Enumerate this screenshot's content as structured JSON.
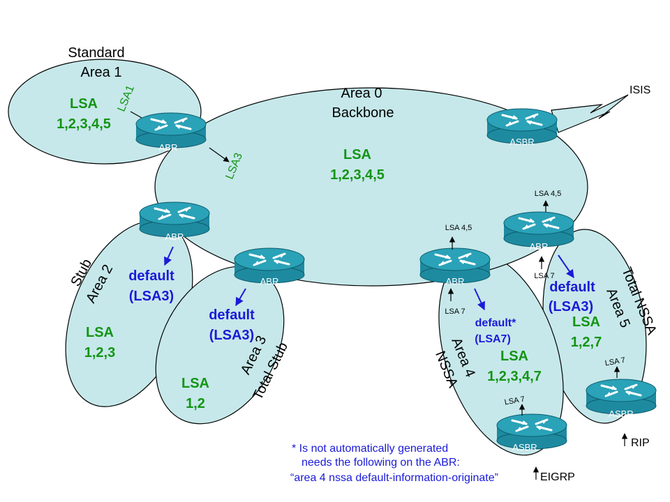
{
  "areas": {
    "area1": {
      "type": "Standard",
      "name": "Area 1",
      "lsa": [
        "LSA",
        "1,2,3,4,5"
      ]
    },
    "area0": {
      "name": "Area 0",
      "desc": "Backbone",
      "lsa": [
        "LSA",
        "1,2,3,4,5"
      ]
    },
    "area2": {
      "type": "Stub",
      "name": "Area 2",
      "default": [
        "default",
        "(LSA3)"
      ],
      "lsa": [
        "LSA",
        "1,2,3"
      ]
    },
    "area3": {
      "type": "Total Stub",
      "name": "Area 3",
      "default": [
        "default",
        "(LSA3)"
      ],
      "lsa": [
        "LSA",
        "1,2"
      ]
    },
    "area4": {
      "type": "NSSA",
      "name": "Area 4",
      "default": [
        "default*",
        "(LSA7)"
      ],
      "lsa": [
        "LSA",
        "1,2,3,4,7"
      ]
    },
    "area5": {
      "type": "Total NSSA",
      "name": "Area 5",
      "default": [
        "default",
        "(LSA3)"
      ],
      "lsa": [
        "LSA",
        "1,2,7"
      ]
    }
  },
  "routers": {
    "abr1": "ABR",
    "abr2": "ABR",
    "abr3": "ABR",
    "abr4": "ABR",
    "abr5": "ABR",
    "asbr0": "ASBR",
    "asbr4": "ASBR",
    "asbr5": "ASBR"
  },
  "arrows": {
    "lsa1": "LSA1",
    "lsa3": "LSA3",
    "abr4_up": "LSA 4,5",
    "abr4_in": "LSA 7",
    "abr5_up": "LSA 4,5",
    "abr5_in": "LSA 7",
    "asbr4_up": "LSA 7",
    "asbr5_up": "LSA 7"
  },
  "external": {
    "isis": "ISIS",
    "rip": "RIP",
    "eigrp": "EIGRP"
  },
  "note": {
    "line1": "* Is not automatically generated",
    "line2": "needs the following on the ABR:",
    "line3": "“area 4 nssa default-information-originate”"
  },
  "colors": {
    "area_fill": "#c6e8ea",
    "router": "#1e8aa0",
    "lsa_text": "#149414",
    "default_text": "#1a1ad8"
  }
}
